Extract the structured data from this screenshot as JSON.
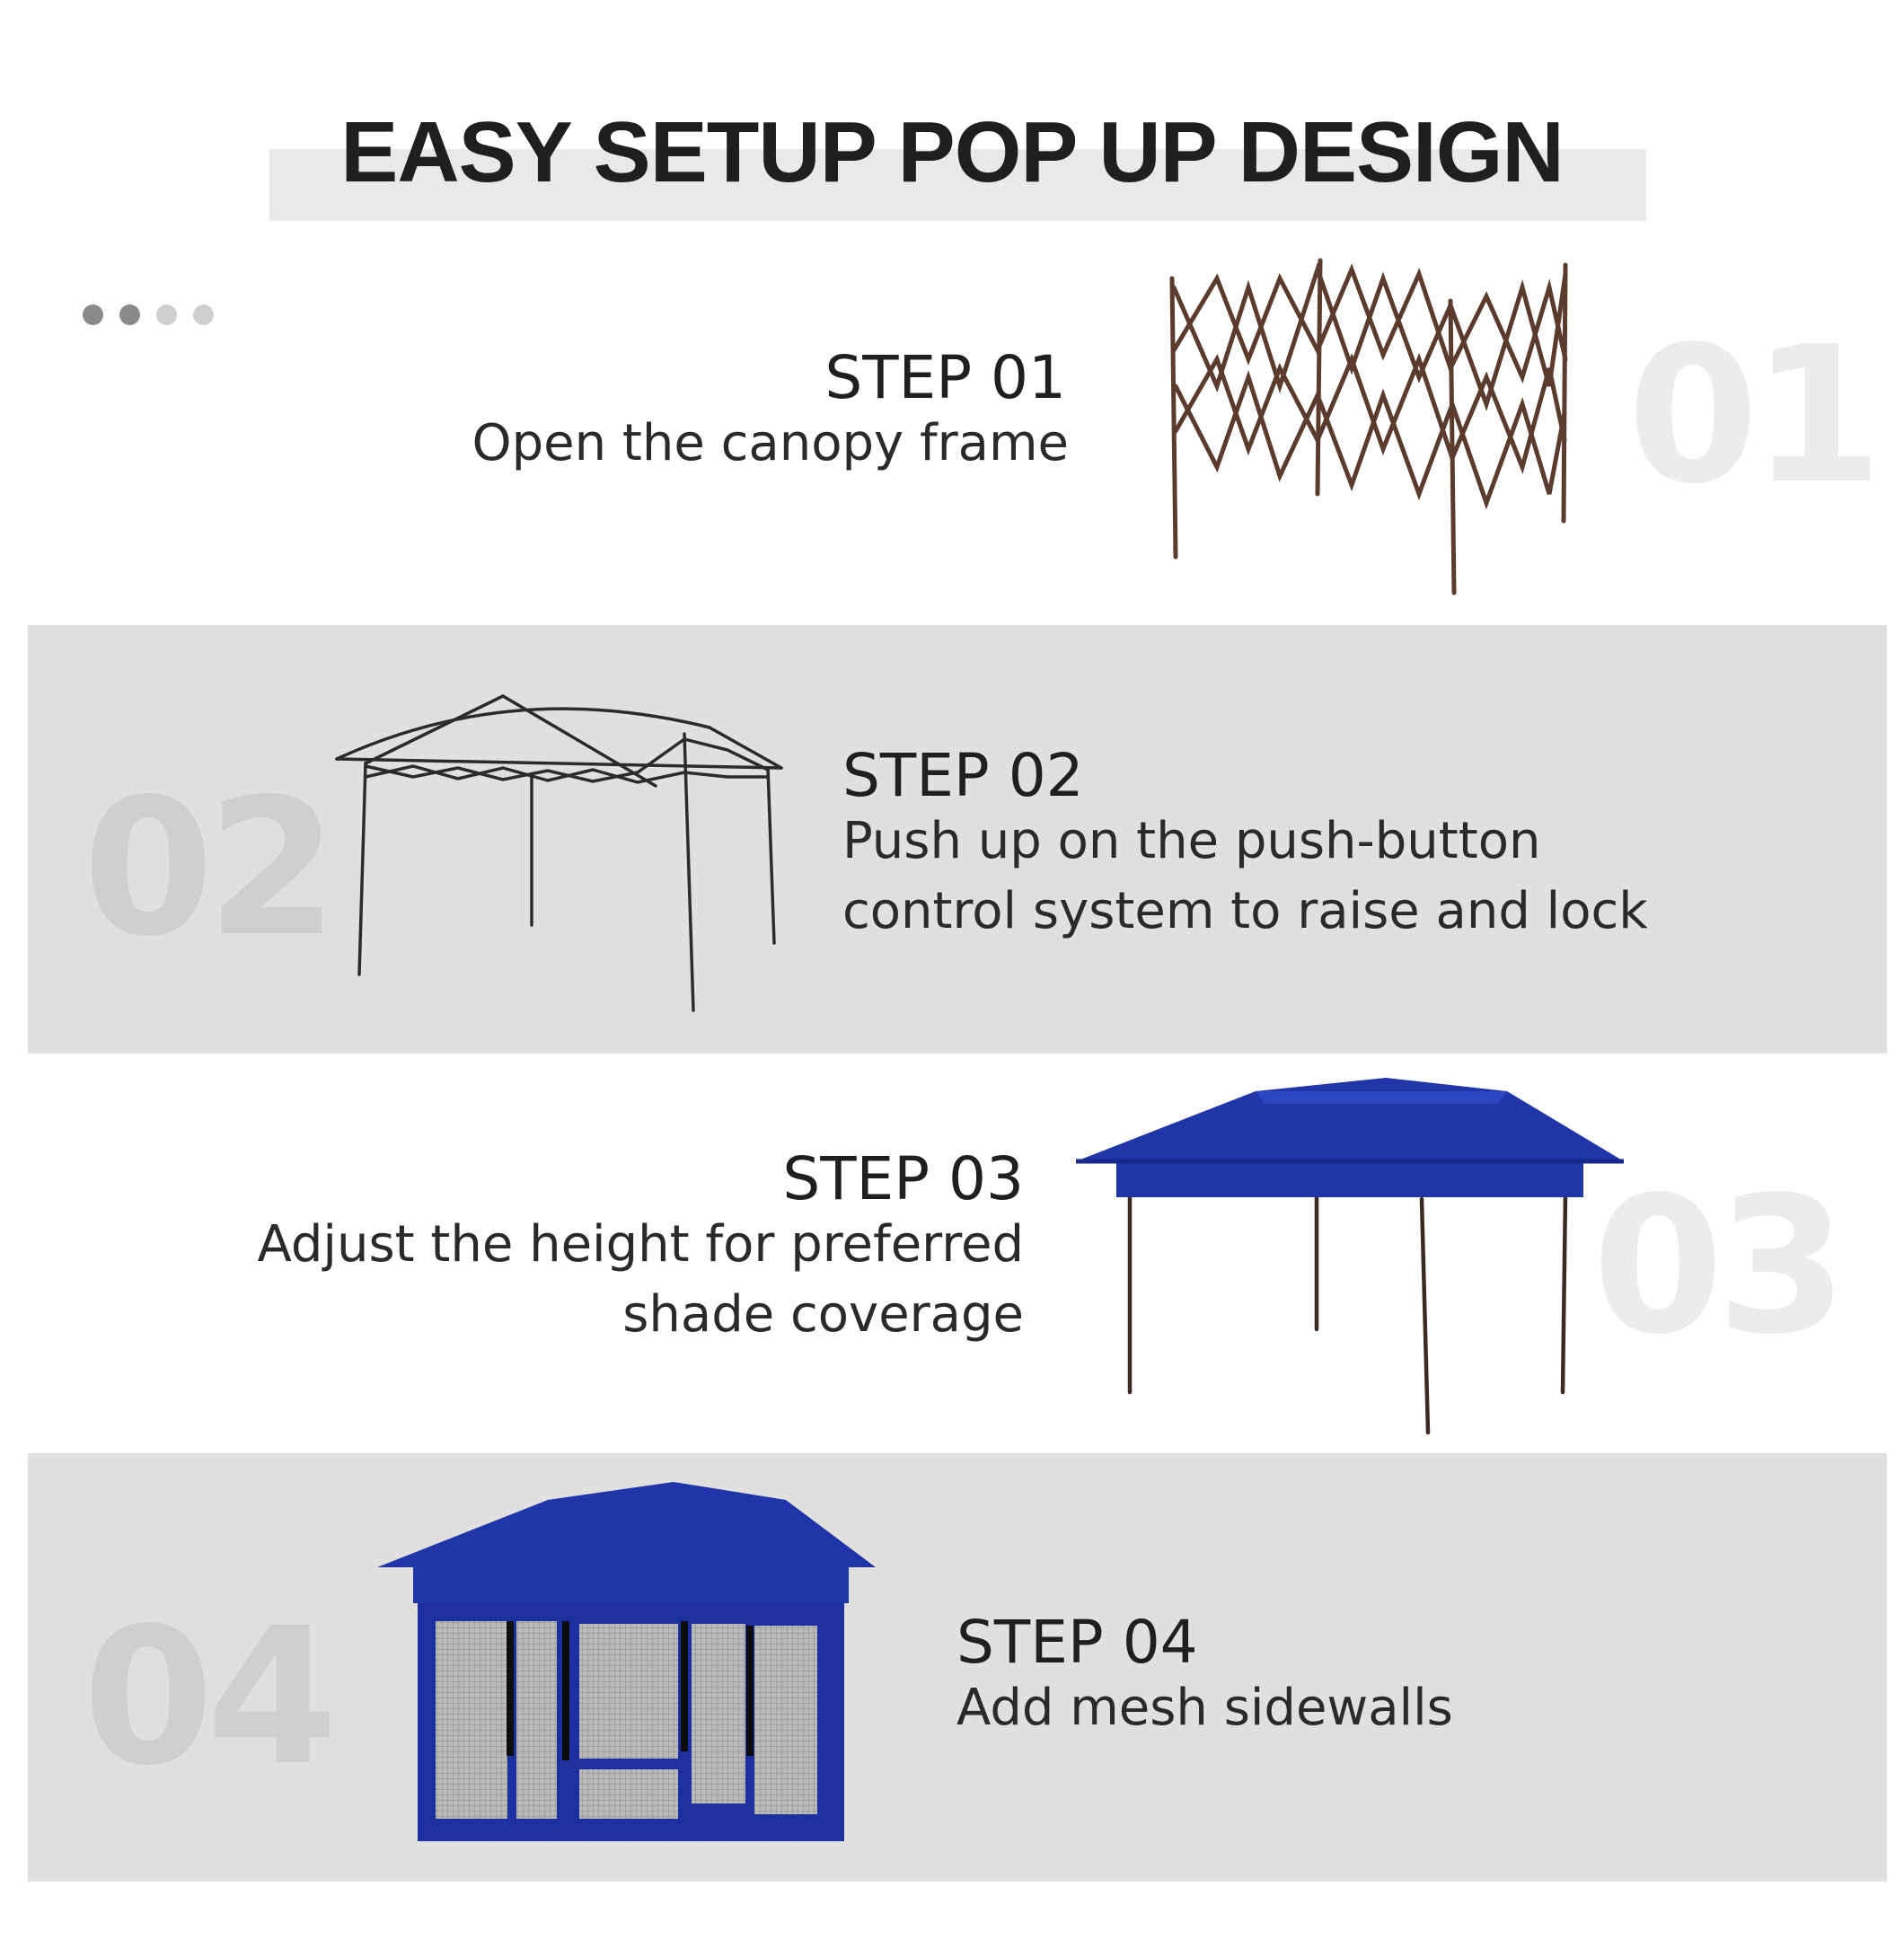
{
  "title": "EASY SETUP POP UP DESIGN",
  "carousel": {
    "dots": 4,
    "active_index": 1
  },
  "steps": [
    {
      "number": "01",
      "label": "STEP 01",
      "text_lines": [
        "Open the canopy frame"
      ]
    },
    {
      "number": "02",
      "label": "STEP 02",
      "text_lines": [
        "Push up on the push-button",
        "control system to raise and lock"
      ]
    },
    {
      "number": "03",
      "label": "STEP 03",
      "text_lines": [
        "Adjust the height for preferred",
        "shade coverage"
      ]
    },
    {
      "number": "04",
      "label": "STEP 04",
      "text_lines": [
        "Add mesh sidewalls"
      ]
    }
  ],
  "colors": {
    "band": "#e0e0e0",
    "canopy_blue": "#1f35a8",
    "frame_brown": "#5a3b2e"
  }
}
